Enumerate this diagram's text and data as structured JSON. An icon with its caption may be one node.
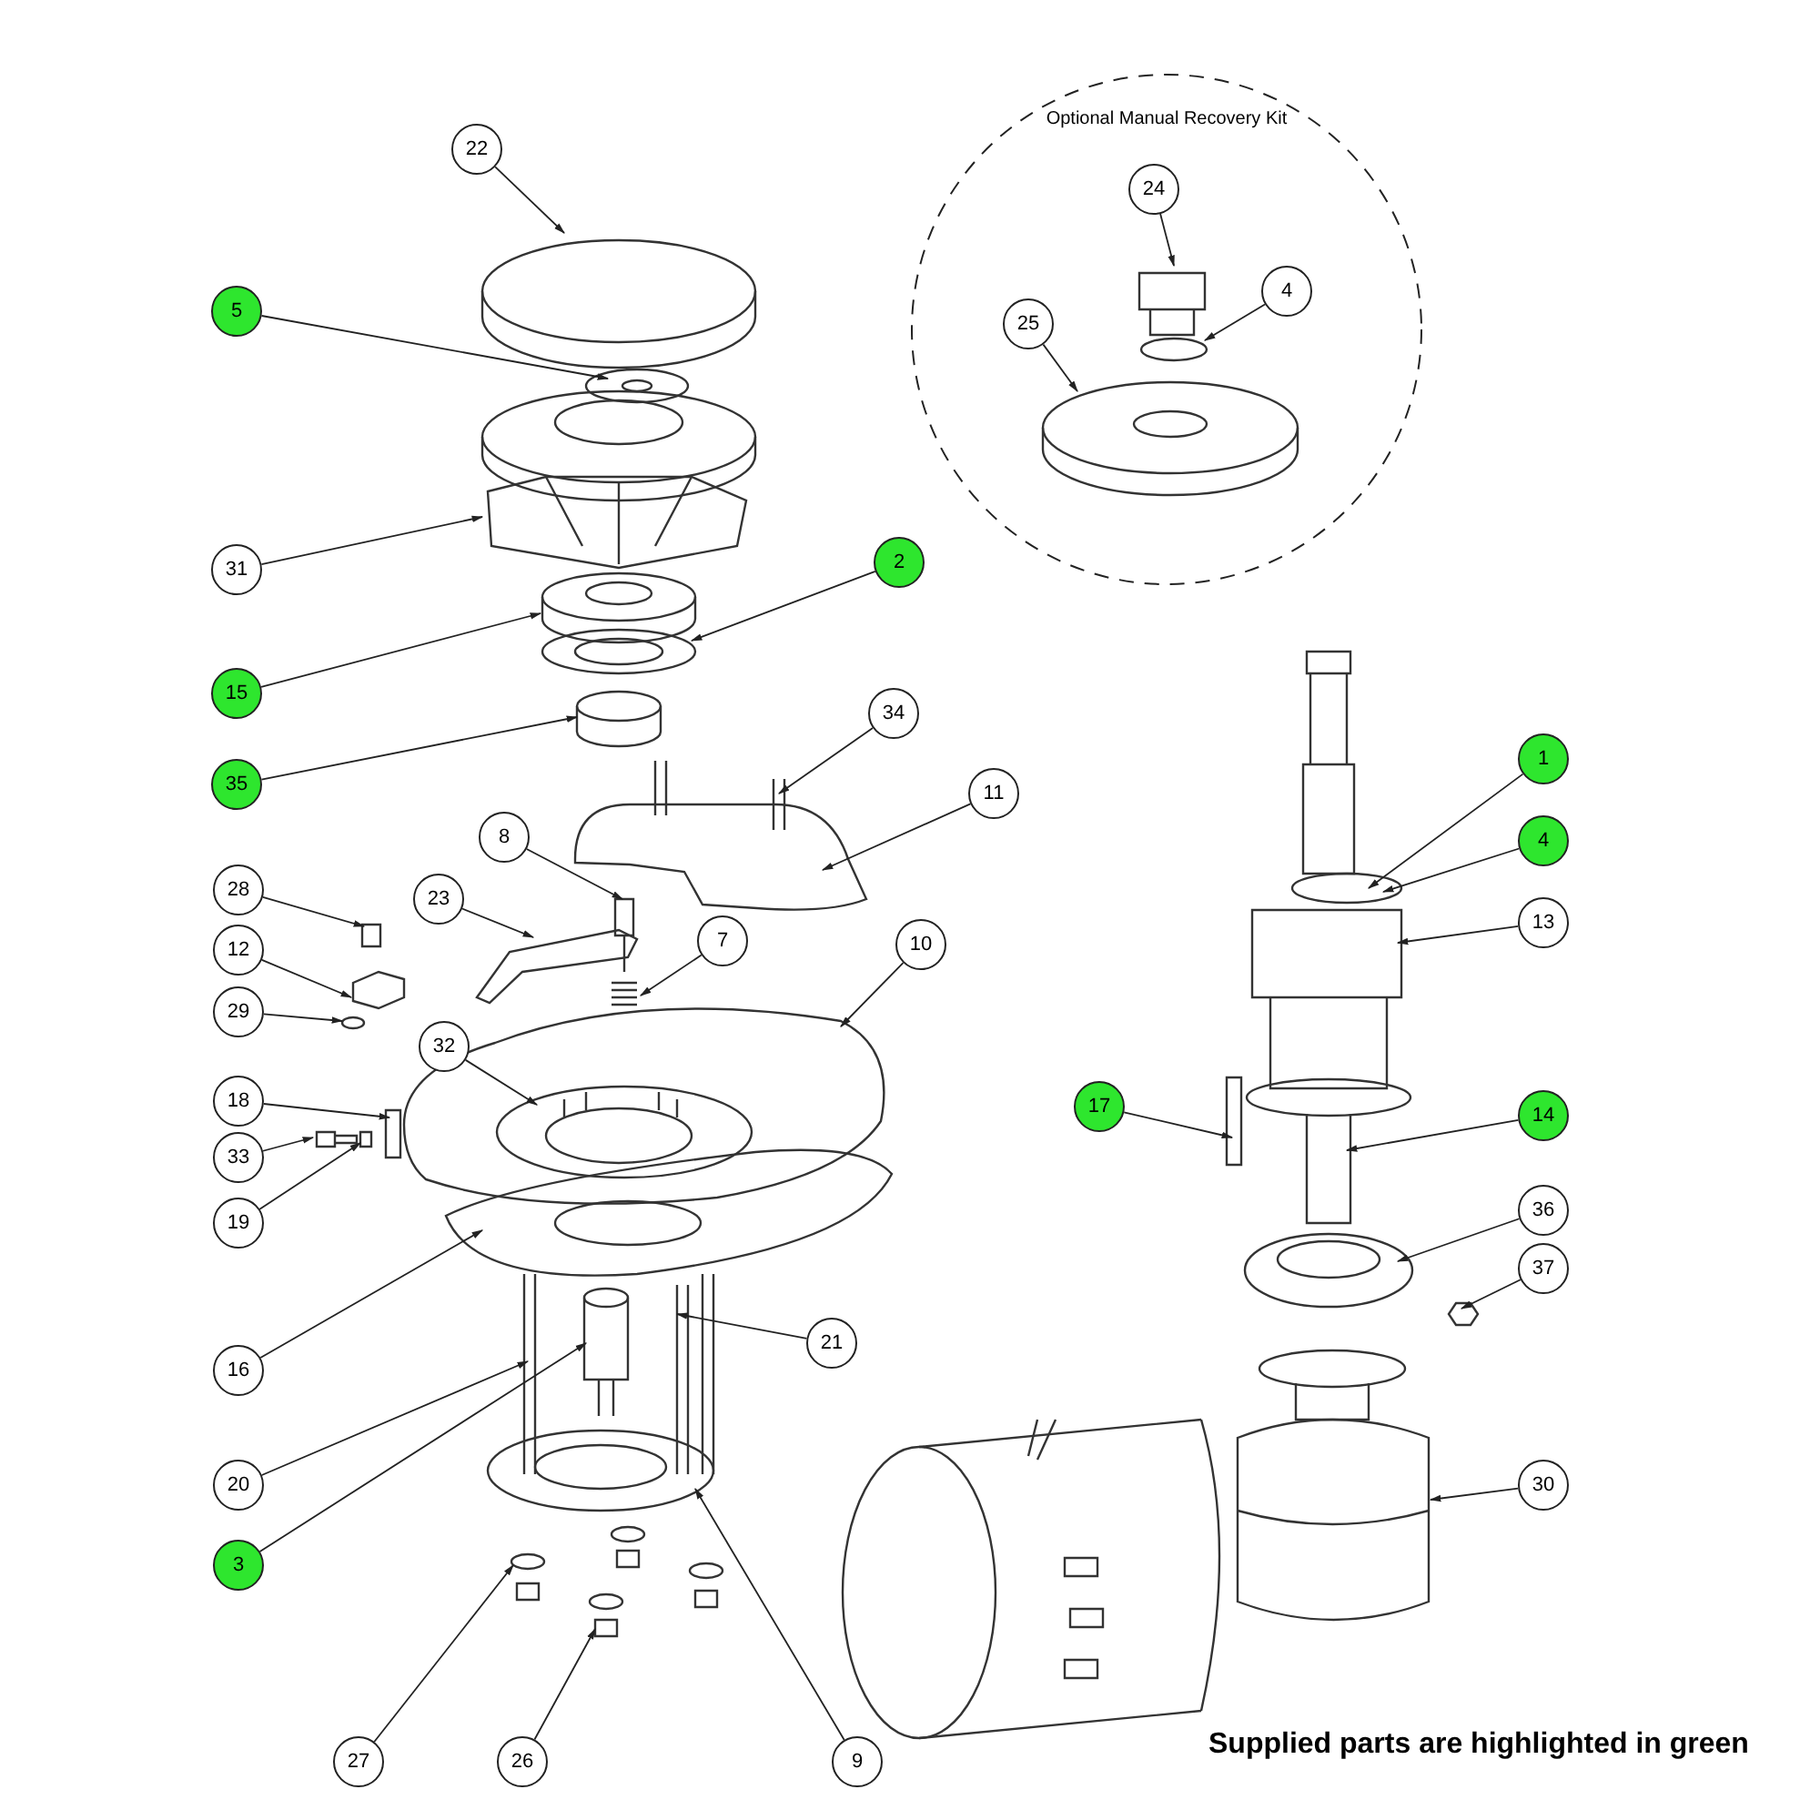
{
  "diagram": {
    "nodes": [
      {
        "text": [
          "22"
        ]
      },
      {
        "text": [
          "Optional Manual Recovery Kit"
        ]
      },
      {
        "text": [
          "24"
        ],
        "in": 1
      },
      {
        "text": [
          "5"
        ]
      },
      {
        "text": [
          "4"
        ],
        "in": 1
      },
      {
        "text": [
          "25"
        ],
        "in": 1
      },
      {
        "text": [
          "31"
        ]
      },
      {
        "text": [
          "2"
        ]
      },
      {
        "text": [
          "15"
        ]
      },
      {
        "text": [
          "35"
        ]
      },
      {
        "text": [
          "34"
        ]
      },
      {
        "text": [
          "11"
        ]
      },
      {
        "text": [
          "1"
        ]
      },
      {
        "text": [
          "8"
        ]
      },
      {
        "text": [
          "28"
        ]
      },
      {
        "text": [
          "23"
        ]
      },
      {
        "text": [
          "4"
        ]
      },
      {
        "text": [
          "12"
        ]
      },
      {
        "text": [
          "7"
        ]
      },
      {
        "text": [
          "10"
        ]
      },
      {
        "text": [
          "13"
        ]
      },
      {
        "text": [
          "29"
        ]
      },
      {
        "text": [
          "32"
        ]
      },
      {
        "text": [
          "18"
        ]
      },
      {
        "text": [
          "17"
        ]
      },
      {
        "text": [
          "14"
        ]
      },
      {
        "text": [
          "33"
        ]
      },
      {
        "text": [
          "19"
        ]
      },
      {
        "text": [
          "36"
        ]
      },
      {
        "text": [
          "37"
        ]
      },
      {
        "text": [
          "16"
        ]
      },
      {
        "text": [
          "21"
        ]
      },
      {
        "text": [
          "20"
        ]
      },
      {
        "text": [
          "30"
        ]
      },
      {
        "text": [
          "3"
        ]
      },
      {
        "text": [
          "27"
        ]
      },
      {
        "text": [
          "26"
        ]
      },
      {
        "text": [
          "9"
        ]
      }
    ],
    "edges": [
      {
        "from": 0,
        "to": null,
        "arrow": "to"
      },
      {
        "from": 2,
        "to": null,
        "arrow": "to"
      },
      {
        "from": 3,
        "to": null,
        "arrow": "to"
      },
      {
        "from": 4,
        "to": null,
        "arrow": "to"
      },
      {
        "from": 5,
        "to": null,
        "arrow": "to"
      },
      {
        "from": 6,
        "to": null,
        "arrow": "to"
      },
      {
        "from": 7,
        "to": null,
        "arrow": "to"
      },
      {
        "from": 8,
        "to": null,
        "arrow": "to"
      },
      {
        "from": 9,
        "to": null,
        "arrow": "to"
      },
      {
        "from": 10,
        "to": null,
        "arrow": "to"
      },
      {
        "from": 11,
        "to": null,
        "arrow": "to"
      },
      {
        "from": 12,
        "to": null,
        "arrow": "to"
      },
      {
        "from": 13,
        "to": null,
        "arrow": "to"
      },
      {
        "from": 14,
        "to": null,
        "arrow": "to"
      },
      {
        "from": 15,
        "to": null,
        "arrow": "to"
      },
      {
        "from": 16,
        "to": null,
        "arrow": "to"
      },
      {
        "from": 17,
        "to": null,
        "arrow": "to"
      },
      {
        "from": 18,
        "to": null,
        "arrow": "to"
      },
      {
        "from": 19,
        "to": null,
        "arrow": "to"
      },
      {
        "from": 20,
        "to": null,
        "arrow": "to"
      },
      {
        "from": 21,
        "to": null,
        "arrow": "to"
      },
      {
        "from": 22,
        "to": null,
        "arrow": "to"
      },
      {
        "from": 23,
        "to": null,
        "arrow": "to"
      },
      {
        "from": 24,
        "to": null,
        "arrow": "to"
      },
      {
        "from": 25,
        "to": null,
        "arrow": "to"
      },
      {
        "from": 26,
        "to": null,
        "arrow": "to"
      },
      {
        "from": 27,
        "to": null,
        "arrow": "to"
      },
      {
        "from": 28,
        "to": null,
        "arrow": "to"
      },
      {
        "from": 29,
        "to": null,
        "arrow": "to"
      },
      {
        "from": 30,
        "to": null,
        "arrow": "to"
      },
      {
        "from": 31,
        "to": null,
        "arrow": "to"
      },
      {
        "from": 32,
        "to": null,
        "arrow": "to"
      },
      {
        "from": 33,
        "to": null,
        "arrow": "to"
      },
      {
        "from": 34,
        "to": null,
        "arrow": "to"
      },
      {
        "from": 35,
        "to": null,
        "arrow": "to"
      },
      {
        "from": 36,
        "to": null,
        "arrow": "to"
      },
      {
        "from": 37,
        "to": null,
        "arrow": "to"
      }
    ],
    "labels": [
      "Supplied parts are highlighted in green"
    ]
  }
}
